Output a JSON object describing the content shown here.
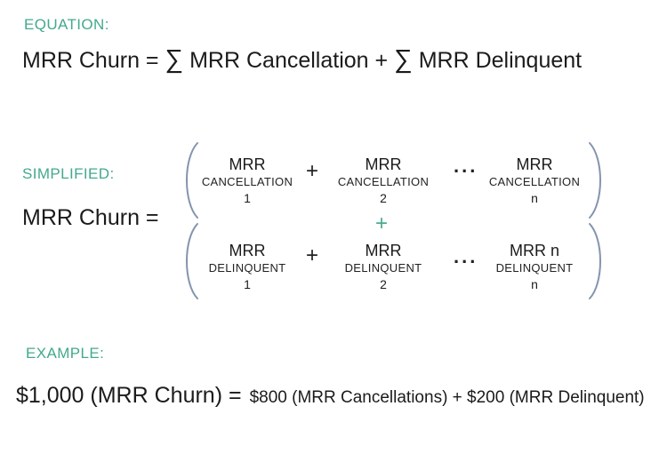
{
  "colors": {
    "teal": "#43a98d",
    "text": "#1b1b1b",
    "bracket": "#8494ad"
  },
  "equation": {
    "label": "EQUATION:",
    "parts": [
      {
        "text": "MRR Churn = "
      },
      {
        "text": "∑",
        "kind": "sigma"
      },
      {
        "text": " MRR Cancellation + "
      },
      {
        "text": "∑",
        "kind": "sigma"
      },
      {
        "text": " MRR Delinquent"
      }
    ]
  },
  "simplified": {
    "label": "SIMPLIFIED:",
    "lhs": "MRR Churn =",
    "plus": "+",
    "between_plus": "+",
    "dots": "...",
    "rows": [
      {
        "name": "cancellation-row",
        "terms": [
          {
            "line1": "MRR",
            "line2": "CANCELLATION",
            "line3": "1"
          },
          {
            "line1": "MRR",
            "line2": "CANCELLATION",
            "line3": "2"
          },
          {
            "line1": "MRR",
            "line2": "CANCELLATION",
            "line3": "n"
          }
        ]
      },
      {
        "name": "delinquent-row",
        "terms": [
          {
            "line1": "MRR",
            "line2": "DELINQUENT",
            "line3": "1"
          },
          {
            "line1": "MRR",
            "line2": "DELINQUENT",
            "line3": "2"
          },
          {
            "line1": "MRR n",
            "line2": "DELINQUENT",
            "line3": "n"
          }
        ]
      }
    ]
  },
  "example": {
    "label": "EXAMPLE:",
    "lhs": "$1,000 (MRR Churn) =",
    "rhs": "$800 (MRR Cancellations) + $200 (MRR Delinquent)"
  }
}
